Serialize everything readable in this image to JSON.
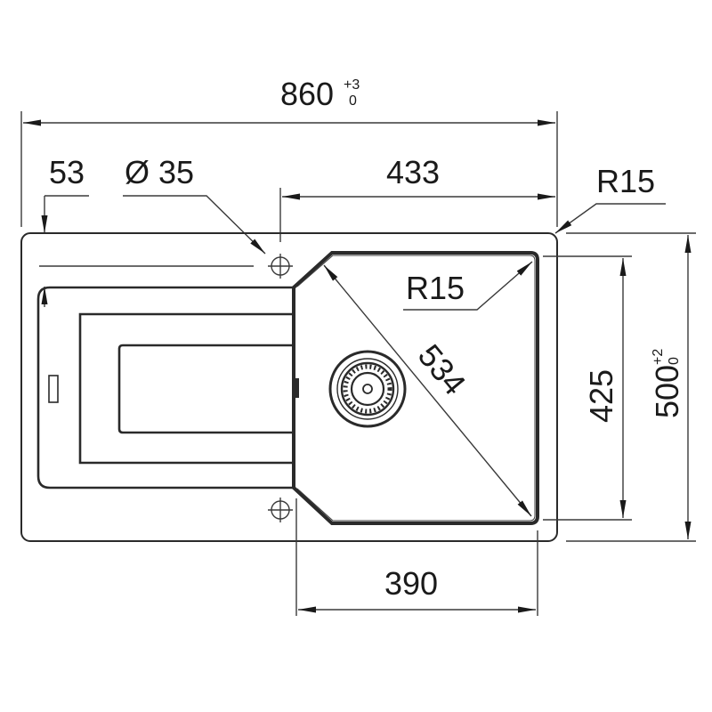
{
  "drawing": {
    "subject": "Kitchen sink with drainboard – top view dimensions",
    "colors": {
      "line": "#2a2a2a",
      "background": "#ffffff"
    }
  },
  "dimensions": {
    "overall_width": {
      "value": "860",
      "tol_upper": "+3",
      "tol_lower": "0"
    },
    "overall_depth": {
      "value": "500",
      "tol_upper": "+2",
      "tol_lower": "0"
    },
    "edge_offset": {
      "value": "53"
    },
    "tap_hole": {
      "value": "Ø 35"
    },
    "bowl_section_width": {
      "value": "433"
    },
    "outer_corner_radius": {
      "value": "R15"
    },
    "bowl_corner_radius": {
      "value": "R15"
    },
    "bowl_diagonal": {
      "value": "534"
    },
    "bowl_depth": {
      "value": "425"
    },
    "bowl_width": {
      "value": "390"
    }
  },
  "icons": {
    "tap_hole_top": "crosshair-circle",
    "tap_hole_bottom": "crosshair-circle",
    "drain": "strainer-drain",
    "overflow_slot": "rectangle-slot"
  }
}
